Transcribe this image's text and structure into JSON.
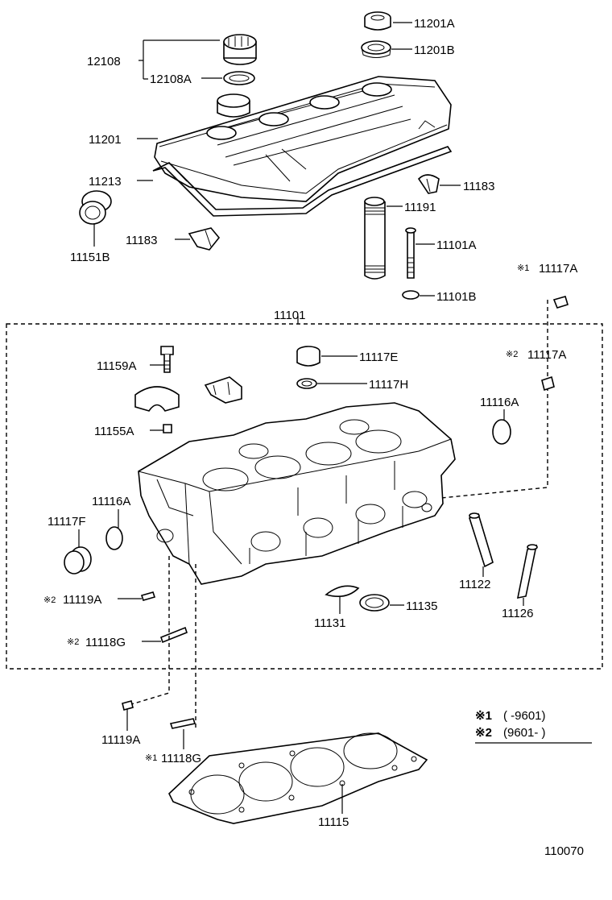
{
  "labels": {
    "p12108": "12108",
    "p12108A": "12108A",
    "p11201A": "11201A",
    "p11201B": "11201B",
    "p11201": "11201",
    "p11213": "11213",
    "p11183_top": "11183",
    "p11183_left": "11183",
    "p11191": "11191",
    "p11151B": "11151B",
    "p11101A": "11101A",
    "p11101B": "11101B",
    "p11117A_1": "11117A",
    "p11117A_2": "11117A",
    "p11101": "11101",
    "p11159A": "11159A",
    "p11117E": "11117E",
    "p11117H": "11117H",
    "p11116A_right": "11116A",
    "p11155A": "11155A",
    "p11116A_left": "11116A",
    "p11117F": "11117F",
    "p11122": "11122",
    "p11126": "11126",
    "p11131": "11131",
    "p11135": "11135",
    "p11119A_inner": "11119A",
    "p11118G_inner": "11118G",
    "p11119A_outer": "11119A",
    "p11118G_outer": "11118G",
    "p11115": "11115"
  },
  "marks": {
    "m1": "※1",
    "m2": "※2"
  },
  "legend": {
    "row1_mark": "※1",
    "row1_range": "(       -9601)",
    "row2_mark": "※2",
    "row2_range": "(9601-       )"
  },
  "diagram_number": "110070"
}
